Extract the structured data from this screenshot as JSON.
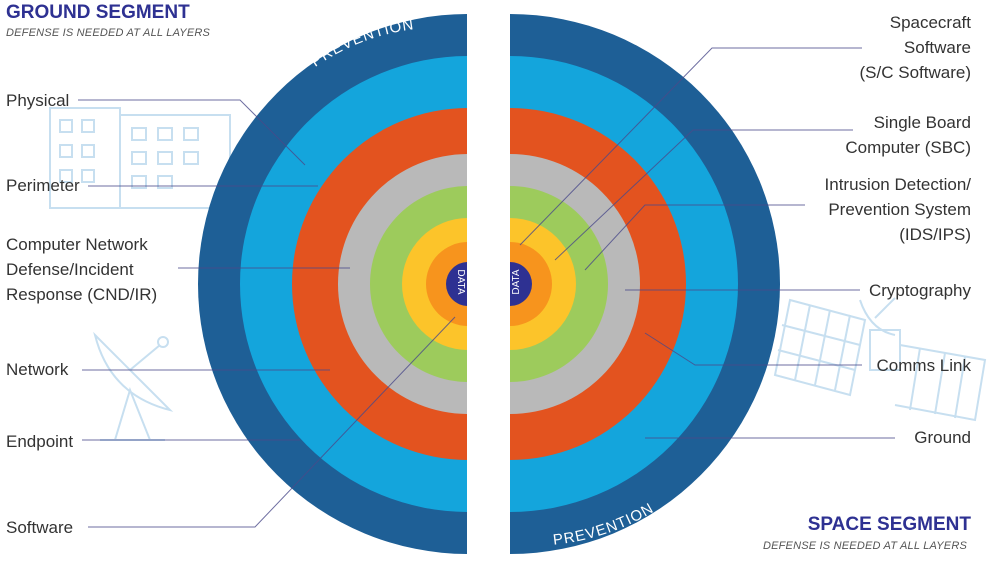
{
  "ground_segment": {
    "title": "GROUND SEGMENT",
    "subtitle": "DEFENSE IS NEEDED AT ALL LAYERS",
    "layers": [
      {
        "lines": [
          "Physical"
        ]
      },
      {
        "lines": [
          "Perimeter"
        ]
      },
      {
        "lines": [
          "Computer Network",
          "Defense/Incident",
          "Response (CND/IR)"
        ]
      },
      {
        "lines": [
          "Network"
        ]
      },
      {
        "lines": [
          "Endpoint"
        ]
      },
      {
        "lines": [
          "Software"
        ]
      }
    ],
    "prevention_label": "PREVENTION",
    "core_label": "DATA"
  },
  "space_segment": {
    "title": "SPACE SEGMENT",
    "subtitle": "DEFENSE IS NEEDED AT ALL LAYERS",
    "layers": [
      {
        "lines": [
          "Spacecraft",
          "Software",
          "(S/C Software)"
        ]
      },
      {
        "lines": [
          "Single Board",
          "Computer (SBC)"
        ]
      },
      {
        "lines": [
          "Intrusion Detection/",
          "Prevention System",
          "(IDS/IPS)"
        ]
      },
      {
        "lines": [
          "Cryptography"
        ]
      },
      {
        "lines": [
          "Comms Link"
        ]
      },
      {
        "lines": [
          "Ground"
        ]
      }
    ],
    "prevention_label": "PREVENTION",
    "core_label": "DATA"
  },
  "ring_colors": [
    "#1e5f96",
    "#14a5dc",
    "#e3531f",
    "#b9b9b9",
    "#9dcb5c",
    "#fcc42a",
    "#f7941d",
    "#2e3192"
  ],
  "icons": [
    "building-icon",
    "satellite-dish-icon",
    "satellite-icon"
  ]
}
